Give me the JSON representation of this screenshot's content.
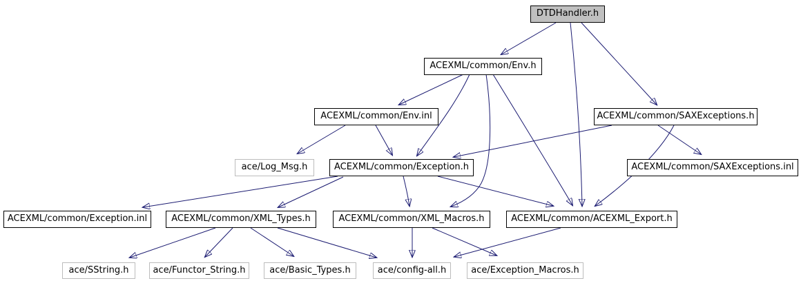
{
  "diagram": {
    "type": "include-dependency-graph",
    "root": "DTDHandler.h",
    "edge_color": "#191970",
    "root_fill_color": "#c0c0c0",
    "node_border_color": "#000000",
    "leaf_border_color": "#bcbcbc",
    "nodes": [
      {
        "id": "dtdhandler-h",
        "label": "DTDHandler.h",
        "type": "root"
      },
      {
        "id": "env-h",
        "label": "ACEXML/common/Env.h",
        "type": "link"
      },
      {
        "id": "env-inl",
        "label": "ACEXML/common/Env.inl",
        "type": "link"
      },
      {
        "id": "saxexceptions-h",
        "label": "ACEXML/common/SAXExceptions.h",
        "type": "link"
      },
      {
        "id": "log-msg-h",
        "label": "ace/Log_Msg.h",
        "type": "leaf"
      },
      {
        "id": "exception-h",
        "label": "ACEXML/common/Exception.h",
        "type": "link"
      },
      {
        "id": "saxexceptions-inl",
        "label": "ACEXML/common/SAXExceptions.inl",
        "type": "link"
      },
      {
        "id": "exception-inl",
        "label": "ACEXML/common/Exception.inl",
        "type": "link"
      },
      {
        "id": "xml-types-h",
        "label": "ACEXML/common/XML_Types.h",
        "type": "link"
      },
      {
        "id": "xml-macros-h",
        "label": "ACEXML/common/XML_Macros.h",
        "type": "link"
      },
      {
        "id": "acexml-export-h",
        "label": "ACEXML/common/ACEXML_Export.h",
        "type": "link"
      },
      {
        "id": "sstring-h",
        "label": "ace/SString.h",
        "type": "leaf"
      },
      {
        "id": "functor-string-h",
        "label": "ace/Functor_String.h",
        "type": "leaf"
      },
      {
        "id": "basic-types-h",
        "label": "ace/Basic_Types.h",
        "type": "leaf"
      },
      {
        "id": "config-all-h",
        "label": "ace/config-all.h",
        "type": "leaf"
      },
      {
        "id": "exception-macros-h",
        "label": "ace/Exception_Macros.h",
        "type": "leaf"
      }
    ],
    "edges": [
      {
        "from": "DTDHandler.h",
        "to": "ACEXML/common/Env.h"
      },
      {
        "from": "DTDHandler.h",
        "to": "ACEXML/common/ACEXML_Export.h"
      },
      {
        "from": "DTDHandler.h",
        "to": "ACEXML/common/SAXExceptions.h"
      },
      {
        "from": "ACEXML/common/Env.h",
        "to": "ACEXML/common/Env.inl"
      },
      {
        "from": "ACEXML/common/Env.h",
        "to": "ACEXML/common/Exception.h"
      },
      {
        "from": "ACEXML/common/Env.h",
        "to": "ACEXML/common/XML_Macros.h"
      },
      {
        "from": "ACEXML/common/Env.h",
        "to": "ACEXML/common/ACEXML_Export.h"
      },
      {
        "from": "ACEXML/common/Env.inl",
        "to": "ace/Log_Msg.h"
      },
      {
        "from": "ACEXML/common/Env.inl",
        "to": "ACEXML/common/Exception.h"
      },
      {
        "from": "ACEXML/common/SAXExceptions.h",
        "to": "ACEXML/common/Exception.h"
      },
      {
        "from": "ACEXML/common/SAXExceptions.h",
        "to": "ACEXML/common/SAXExceptions.inl"
      },
      {
        "from": "ACEXML/common/SAXExceptions.h",
        "to": "ACEXML/common/ACEXML_Export.h"
      },
      {
        "from": "ACEXML/common/Exception.h",
        "to": "ACEXML/common/Exception.inl"
      },
      {
        "from": "ACEXML/common/Exception.h",
        "to": "ACEXML/common/XML_Types.h"
      },
      {
        "from": "ACEXML/common/Exception.h",
        "to": "ACEXML/common/XML_Macros.h"
      },
      {
        "from": "ACEXML/common/Exception.h",
        "to": "ACEXML/common/ACEXML_Export.h"
      },
      {
        "from": "ACEXML/common/XML_Types.h",
        "to": "ace/SString.h"
      },
      {
        "from": "ACEXML/common/XML_Types.h",
        "to": "ace/Functor_String.h"
      },
      {
        "from": "ACEXML/common/XML_Types.h",
        "to": "ace/Basic_Types.h"
      },
      {
        "from": "ACEXML/common/XML_Types.h",
        "to": "ace/config-all.h"
      },
      {
        "from": "ACEXML/common/XML_Macros.h",
        "to": "ace/config-all.h"
      },
      {
        "from": "ACEXML/common/XML_Macros.h",
        "to": "ace/Exception_Macros.h"
      },
      {
        "from": "ACEXML/common/ACEXML_Export.h",
        "to": "ace/config-all.h"
      }
    ]
  }
}
